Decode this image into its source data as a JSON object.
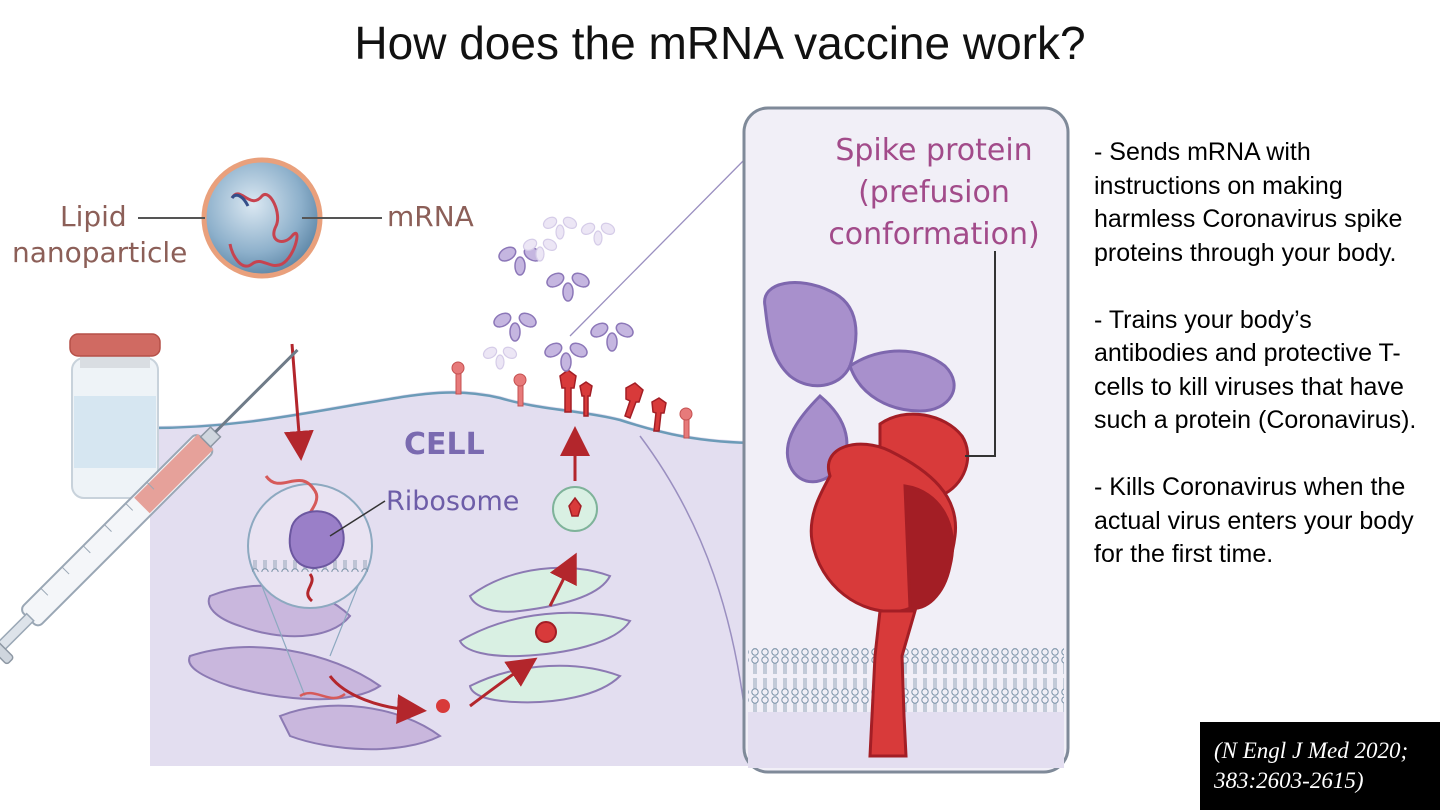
{
  "slide": {
    "title": "How does the mRNA vaccine work?"
  },
  "diagram": {
    "labels": {
      "lipid_line1": "Lipid",
      "lipid_line2": "nanoparticle",
      "mrna": "mRNA",
      "cell": "CELL",
      "ribosome": "Ribosome",
      "spike_line1": "Spike protein",
      "spike_line2": "(prefusion",
      "spike_line3": "conformation)"
    },
    "colors": {
      "cell": "#e3def0",
      "membrane": "#6c9bb8",
      "er": "#c9b7dd",
      "golgi": "#d9f0e3",
      "spike": "#d83a3a",
      "spike_dark": "#a31e25",
      "antibody": "#a890cc",
      "nanoparticle_ring": "#e9a07c",
      "label_text": "#6d5da8",
      "spike_label": "#a24b8a"
    }
  },
  "bullets": [
    "- Sends mRNA with instructions on making harmless Coronavirus spike proteins through your body.",
    "- Trains your body’s antibodies and protective T-cells to kill viruses that have such a protein (Coronavirus).",
    "- Kills Coronavirus when the actual virus enters your body for the first time."
  ],
  "citation": {
    "line1": "(N Engl J Med 2020;",
    "line2": "383:2603-2615)"
  }
}
